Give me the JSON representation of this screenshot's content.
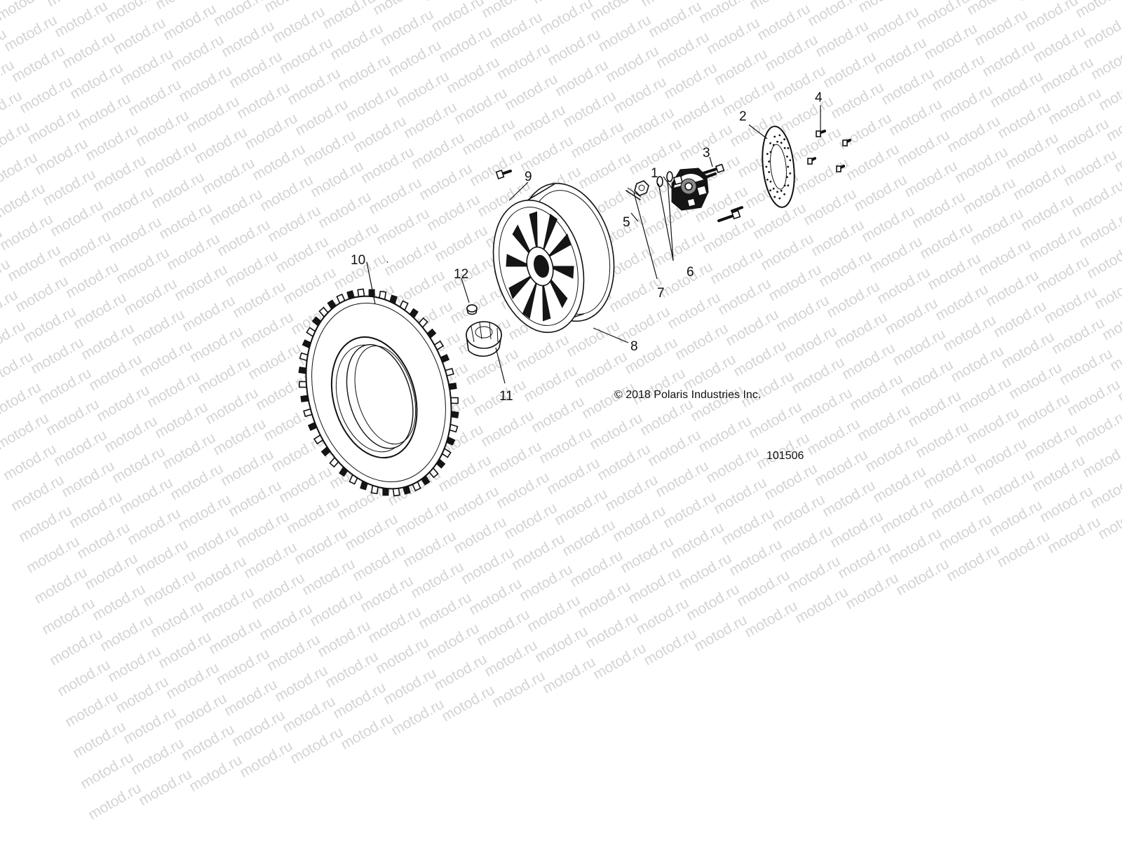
{
  "watermark": {
    "text": "motod.ru",
    "color": "#d4d4d4"
  },
  "callouts": [
    "1",
    "2",
    "3",
    "4",
    "5",
    "6",
    "7",
    "8",
    "9",
    "10",
    "11",
    "12"
  ],
  "copyright": "© 2018 Polaris Industries Inc.",
  "figure_number": "101506"
}
